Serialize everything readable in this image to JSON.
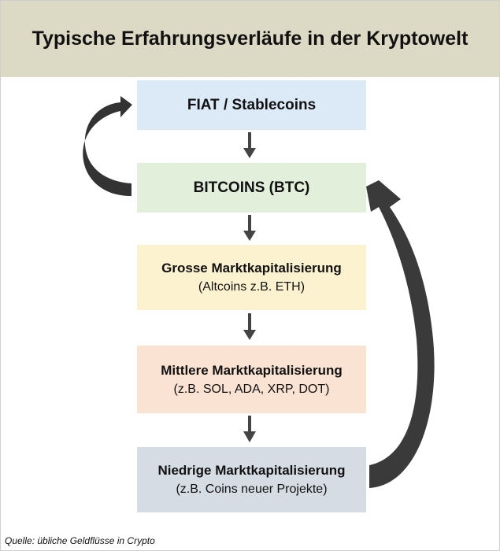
{
  "title": "Typische Erfahrungsverläufe in der Kryptowelt",
  "boxes": [
    {
      "title": "FIAT / Stablecoins",
      "subtitle": "",
      "color": "#dce9f6"
    },
    {
      "title": "BITCOINS (BTC)",
      "subtitle": "",
      "color": "#e2efdb"
    },
    {
      "title": "Grosse Marktkapitalisierung",
      "subtitle": "(Altcoins z.B. ETH)",
      "color": "#fdf2cf"
    },
    {
      "title": "Mittlere Marktkapitalisierung",
      "subtitle": "(z.B. SOL, ADA, XRP, DOT)",
      "color": "#fbe3d4"
    },
    {
      "title": "Niedrige Marktkapitalisierung",
      "subtitle": "(z.B. Coins neuer Projekte)",
      "color": "#d6dce4"
    }
  ],
  "footer": "Quelle: übliche Geldflüsse in Crypto"
}
